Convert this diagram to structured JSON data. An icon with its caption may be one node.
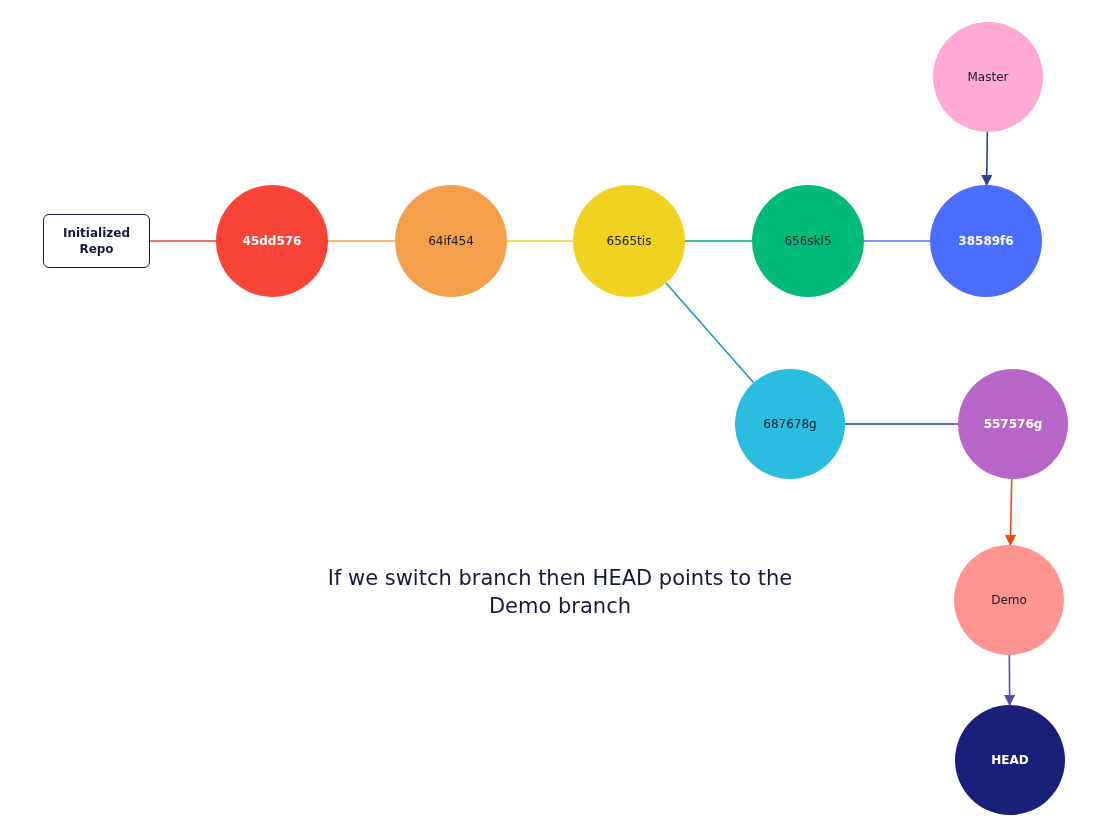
{
  "diagram": {
    "nodes": [
      {
        "text": [
          "Initialized Repo"
        ]
      },
      {
        "text": [
          "45dd576"
        ]
      },
      {
        "text": [
          "64if454"
        ]
      },
      {
        "text": [
          "6565tis"
        ]
      },
      {
        "text": [
          "656skl5"
        ]
      },
      {
        "text": [
          "38589f6"
        ]
      },
      {
        "text": [
          "Master"
        ]
      },
      {
        "text": [
          "687678g"
        ]
      },
      {
        "text": [
          "557576g"
        ]
      },
      {
        "text": [
          "Demo"
        ]
      },
      {
        "text": [
          "HEAD"
        ]
      }
    ],
    "edges": [
      {
        "from": 0,
        "to": 1,
        "arrow": "none",
        "color": "#f04438"
      },
      {
        "from": 1,
        "to": 2,
        "arrow": "none",
        "color": "#f4a04a"
      },
      {
        "from": 2,
        "to": 3,
        "arrow": "none",
        "color": "#f0d220"
      },
      {
        "from": 3,
        "to": 4,
        "arrow": "none",
        "color": "#00b478"
      },
      {
        "from": 4,
        "to": 5,
        "arrow": "none",
        "color": "#4a6cff"
      },
      {
        "from": 6,
        "to": 5,
        "arrow": "to",
        "color": "#2c3e9c"
      },
      {
        "from": 3,
        "to": 7,
        "arrow": "none",
        "color": "#1a9cb0"
      },
      {
        "from": 7,
        "to": 8,
        "arrow": "none",
        "color": "#2c3e8c"
      },
      {
        "from": 8,
        "to": 9,
        "arrow": "to",
        "color": "#f04a10"
      },
      {
        "from": 9,
        "to": 10,
        "arrow": "to",
        "color": "#5a4ab8"
      }
    ],
    "labels": [
      "If we switch branch then HEAD points to the Demo branch"
    ]
  }
}
